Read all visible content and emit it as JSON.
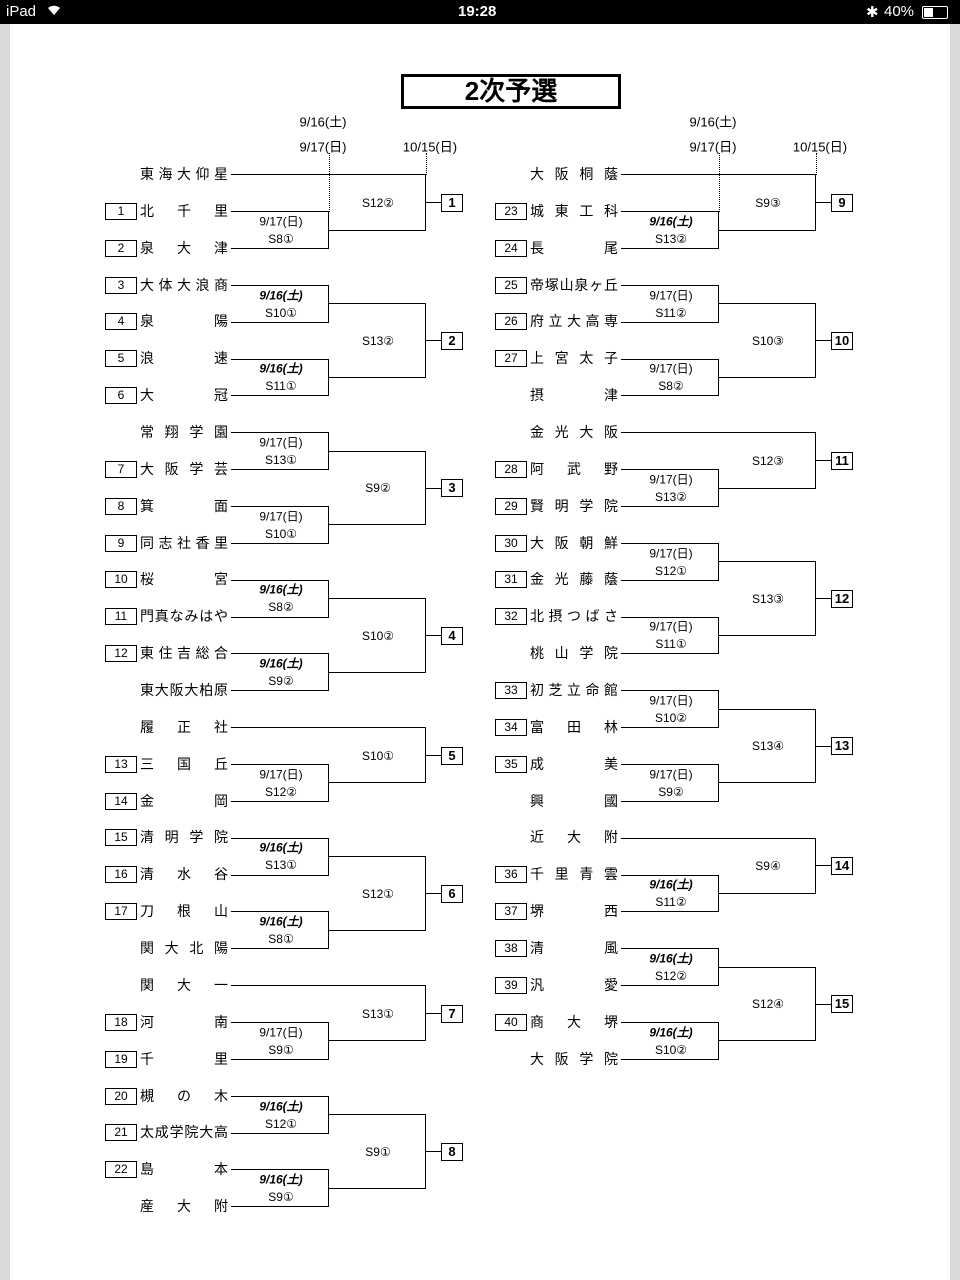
{
  "status": {
    "device": "iPad",
    "time": "19:28",
    "battery": "40%"
  },
  "title": "2次予選",
  "headers": {
    "round1_date_a": "9/16(土)",
    "round1_date_b": "9/17(日)",
    "final_date": "10/15(日)"
  },
  "columns": [
    [
      {
        "no": "1",
        "label": "S12②",
        "seed": {
          "num": "",
          "name": "東海大仰星"
        },
        "matches": [
          {
            "date": "9/17(日)",
            "label": "S8①",
            "teams": [
              {
                "num": "1",
                "name": "北千里"
              },
              {
                "num": "2",
                "name": "泉大津"
              }
            ]
          }
        ]
      },
      {
        "no": "2",
        "label": "S13②",
        "seed": null,
        "matches": [
          {
            "date": "9/16(土)",
            "label": "S10①",
            "teams": [
              {
                "num": "3",
                "name": "大体大浪商"
              },
              {
                "num": "4",
                "name": "泉陽"
              }
            ]
          },
          {
            "date": "9/16(土)",
            "label": "S11①",
            "teams": [
              {
                "num": "5",
                "name": "浪速"
              },
              {
                "num": "6",
                "name": "大冠"
              }
            ]
          }
        ]
      },
      {
        "no": "3",
        "label": "S9②",
        "seed": null,
        "matches": [
          {
            "date": "9/17(日)",
            "label": "S13①",
            "teams": [
              {
                "num": "",
                "name": "常翔学園"
              },
              {
                "num": "7",
                "name": "大阪学芸"
              }
            ]
          },
          {
            "date": "9/17(日)",
            "label": "S10①",
            "teams": [
              {
                "num": "8",
                "name": "箕面"
              },
              {
                "num": "9",
                "name": "同志社香里"
              }
            ]
          }
        ]
      },
      {
        "no": "4",
        "label": "S10②",
        "seed": null,
        "matches": [
          {
            "date": "9/16(土)",
            "label": "S8②",
            "teams": [
              {
                "num": "10",
                "name": "桜宮"
              },
              {
                "num": "11",
                "name": "門真なみはや"
              }
            ]
          },
          {
            "date": "9/16(土)",
            "label": "S9②",
            "teams": [
              {
                "num": "12",
                "name": "東住吉総合"
              },
              {
                "num": "",
                "name": "東大阪大柏原"
              }
            ]
          }
        ]
      },
      {
        "no": "5",
        "label": "S10①",
        "seed": {
          "num": "",
          "name": "履正社"
        },
        "matches": [
          {
            "date": "9/17(日)",
            "label": "S12②",
            "teams": [
              {
                "num": "13",
                "name": "三国丘"
              },
              {
                "num": "14",
                "name": "金岡"
              }
            ]
          }
        ]
      },
      {
        "no": "6",
        "label": "S12①",
        "seed": null,
        "matches": [
          {
            "date": "9/16(土)",
            "label": "S13①",
            "teams": [
              {
                "num": "15",
                "name": "清明学院"
              },
              {
                "num": "16",
                "name": "清水谷"
              }
            ]
          },
          {
            "date": "9/16(土)",
            "label": "S8①",
            "teams": [
              {
                "num": "17",
                "name": "刀根山"
              },
              {
                "num": "",
                "name": "関大北陽"
              }
            ]
          }
        ]
      },
      {
        "no": "7",
        "label": "S13①",
        "seed": {
          "num": "",
          "name": "関大一"
        },
        "matches": [
          {
            "date": "9/17(日)",
            "label": "S9①",
            "teams": [
              {
                "num": "18",
                "name": "河南"
              },
              {
                "num": "19",
                "name": "千里"
              }
            ]
          }
        ]
      },
      {
        "no": "8",
        "label": "S9①",
        "seed": null,
        "matches": [
          {
            "date": "9/16(土)",
            "label": "S12①",
            "teams": [
              {
                "num": "20",
                "name": "槻の木"
              },
              {
                "num": "21",
                "name": "太成学院大高"
              }
            ]
          },
          {
            "date": "9/16(土)",
            "label": "S9①",
            "teams": [
              {
                "num": "22",
                "name": "島本"
              },
              {
                "num": "",
                "name": "産大附"
              }
            ]
          }
        ]
      }
    ],
    [
      {
        "no": "9",
        "label": "S9③",
        "seed": {
          "num": "",
          "name": "大阪桐蔭"
        },
        "matches": [
          {
            "date": "9/16(土)",
            "label": "S13②",
            "teams": [
              {
                "num": "23",
                "name": "城東工科"
              },
              {
                "num": "24",
                "name": "長尾"
              }
            ]
          }
        ]
      },
      {
        "no": "10",
        "label": "S10③",
        "seed": null,
        "matches": [
          {
            "date": "9/17(日)",
            "label": "S11②",
            "teams": [
              {
                "num": "25",
                "name": "帝塚山泉ヶ丘"
              },
              {
                "num": "26",
                "name": "府立大高専"
              }
            ]
          },
          {
            "date": "9/17(日)",
            "label": "S8②",
            "teams": [
              {
                "num": "27",
                "name": "上宮太子"
              },
              {
                "num": "",
                "name": "摂津"
              }
            ]
          }
        ]
      },
      {
        "no": "11",
        "label": "S12③",
        "seed": {
          "num": "",
          "name": "金光大阪"
        },
        "matches": [
          {
            "date": "9/17(日)",
            "label": "S13②",
            "teams": [
              {
                "num": "28",
                "name": "阿武野"
              },
              {
                "num": "29",
                "name": "賢明学院"
              }
            ]
          }
        ]
      },
      {
        "no": "12",
        "label": "S13③",
        "seed": null,
        "matches": [
          {
            "date": "9/17(日)",
            "label": "S12①",
            "teams": [
              {
                "num": "30",
                "name": "大阪朝鮮"
              },
              {
                "num": "31",
                "name": "金光藤蔭"
              }
            ]
          },
          {
            "date": "9/17(日)",
            "label": "S11①",
            "teams": [
              {
                "num": "32",
                "name": "北摂つばさ"
              },
              {
                "num": "",
                "name": "桃山学院"
              }
            ]
          }
        ]
      },
      {
        "no": "13",
        "label": "S13④",
        "seed": null,
        "matches": [
          {
            "date": "9/17(日)",
            "label": "S10②",
            "teams": [
              {
                "num": "33",
                "name": "初芝立命館"
              },
              {
                "num": "34",
                "name": "富田林"
              }
            ]
          },
          {
            "date": "9/17(日)",
            "label": "S9②",
            "teams": [
              {
                "num": "35",
                "name": "成美"
              },
              {
                "num": "",
                "name": "興國"
              }
            ]
          }
        ]
      },
      {
        "no": "14",
        "label": "S9④",
        "seed": {
          "num": "",
          "name": "近大附"
        },
        "matches": [
          {
            "date": "9/16(土)",
            "label": "S11②",
            "teams": [
              {
                "num": "36",
                "name": "千里青雲"
              },
              {
                "num": "37",
                "name": "堺西"
              }
            ]
          }
        ]
      },
      {
        "no": "15",
        "label": "S12④",
        "seed": null,
        "matches": [
          {
            "date": "9/16(土)",
            "label": "S12②",
            "teams": [
              {
                "num": "38",
                "name": "清風"
              },
              {
                "num": "39",
                "name": "汎愛"
              }
            ]
          },
          {
            "date": "9/16(土)",
            "label": "S10②",
            "teams": [
              {
                "num": "40",
                "name": "商大堺"
              },
              {
                "num": "",
                "name": "大阪学院"
              }
            ]
          }
        ]
      }
    ]
  ]
}
